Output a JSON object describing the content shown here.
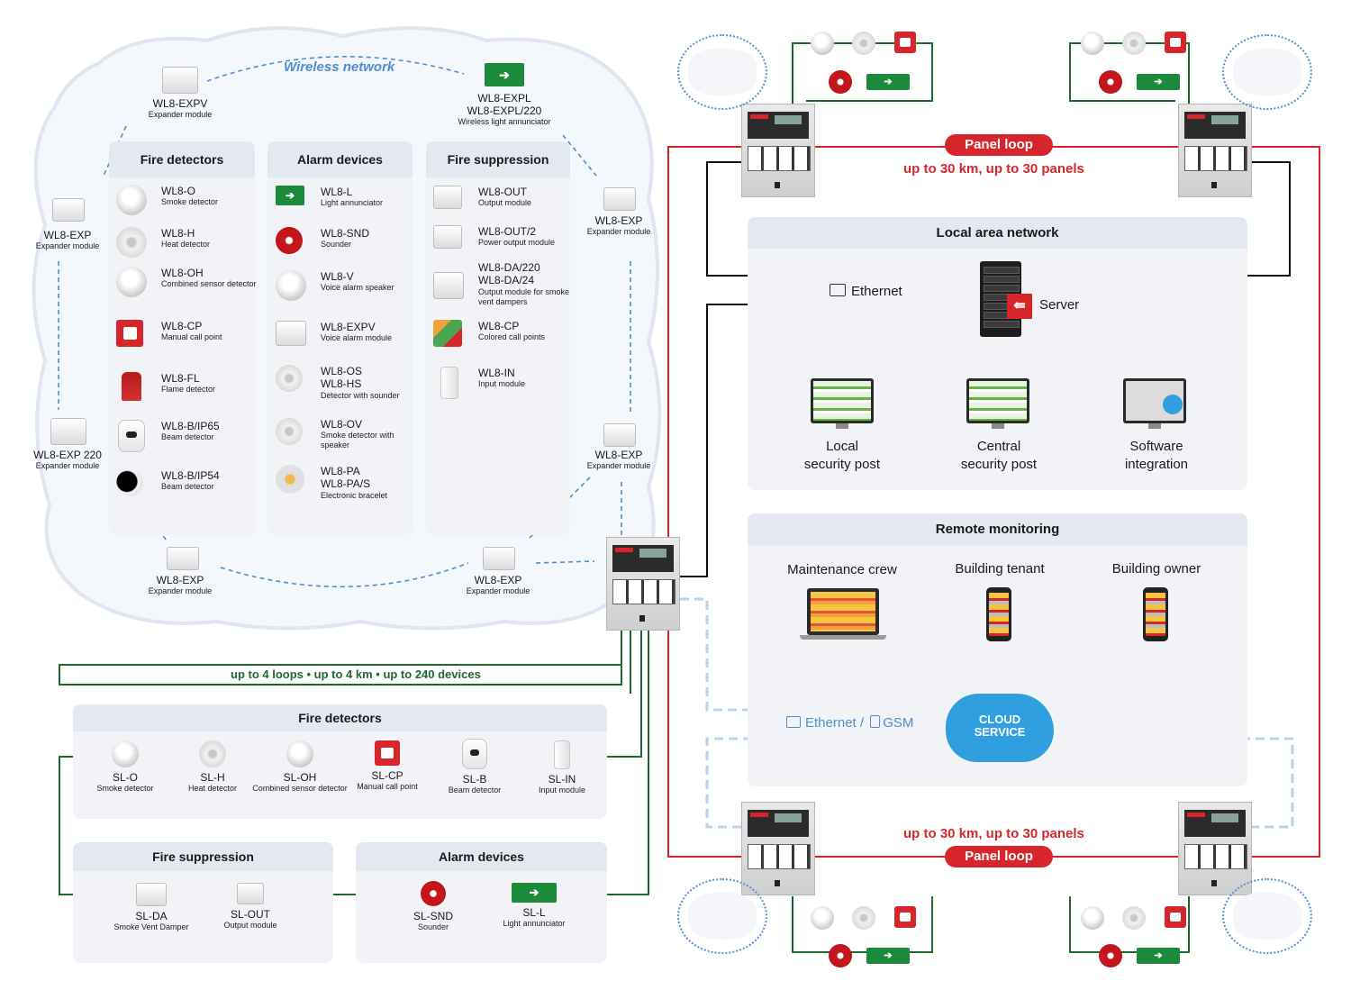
{
  "wireless": {
    "title": "Wireless network",
    "expv": {
      "name": "WL8-EXPV",
      "desc": "Expander module"
    },
    "expl": {
      "name": "WL8-EXPL",
      "name2": "WL8-EXPL/220",
      "desc": "Wireless light annunciator"
    },
    "exp_left": {
      "name": "WL8-EXP",
      "desc": "Expander module"
    },
    "exp_right": {
      "name": "WL8-EXP",
      "desc": "Expander module"
    },
    "exp220": {
      "name": "WL8-EXP 220",
      "desc": "Expander module"
    },
    "exp_right2": {
      "name": "WL8-EXP",
      "desc": "Expander module"
    },
    "exp_bottom_left": {
      "name": "WL8-EXP",
      "desc": "Expander module"
    },
    "exp_bottom_mid": {
      "name": "WL8-EXP",
      "desc": "Expander module"
    }
  },
  "columns": [
    {
      "title": "Fire detectors",
      "items": [
        {
          "name": "WL8-O",
          "desc": "Smoke detector",
          "icon": "smoke-detector-icon"
        },
        {
          "name": "WL8-H",
          "desc": "Heat detector",
          "icon": "heat-detector-icon"
        },
        {
          "name": "WL8-OH",
          "desc": "Combined sensor detector",
          "icon": "combined-detector-icon"
        },
        {
          "name": "WL8-CP",
          "desc": "Manual call point",
          "icon": "call-point-icon"
        },
        {
          "name": "WL8-FL",
          "desc": "Flame detector",
          "icon": "flame-detector-icon"
        },
        {
          "name": "WL8-B/IP65",
          "desc": "Beam detector",
          "icon": "beam-detector-icon"
        },
        {
          "name": "WL8-B/IP54",
          "desc": "Beam detector",
          "icon": "beam-detector-black-icon"
        }
      ]
    },
    {
      "title": "Alarm devices",
      "items": [
        {
          "name": "WL8-L",
          "desc": "Light annunciator",
          "icon": "exit-sign-icon"
        },
        {
          "name": "WL8-SND",
          "desc": "Sounder",
          "icon": "sounder-icon"
        },
        {
          "name": "WL8-V",
          "desc": "Voice alarm speaker",
          "icon": "speaker-icon"
        },
        {
          "name": "WL8-EXPV",
          "desc": "Voice alarm module",
          "icon": "module-icon"
        },
        {
          "name": "WL8-OS",
          "name2": "WL8-HS",
          "desc": "Detector with sounder",
          "icon": "detector-sounder-icon"
        },
        {
          "name": "WL8-OV",
          "desc": "Smoke detector with speaker",
          "icon": "detector-speaker-icon"
        },
        {
          "name": "WL8-PA",
          "name2": "WL8-PA/S",
          "desc": "Electronic bracelet",
          "icon": "bracelet-icon"
        }
      ]
    },
    {
      "title": "Fire suppression",
      "items": [
        {
          "name": "WL8-OUT",
          "desc": "Output module",
          "icon": "output-module-icon"
        },
        {
          "name": "WL8-OUT/2",
          "desc": "Power output module",
          "icon": "power-output-icon"
        },
        {
          "name": "WL8-DA/220",
          "name2": "WL8-DA/24",
          "desc": "Output module for smoke vent dampers",
          "icon": "damper-module-icon"
        },
        {
          "name": "WL8-CP",
          "desc": "Colored call points",
          "icon": "colored-call-points-icon"
        },
        {
          "name": "WL8-IN",
          "desc": "Input module",
          "icon": "input-module-icon"
        }
      ]
    }
  ],
  "loops": {
    "text": "up to 4 loops  •  up to 4 km  •  up to 240 devices"
  },
  "wired_detectors": {
    "title": "Fire detectors",
    "items": [
      {
        "name": "SL-O",
        "desc": "Smoke detector"
      },
      {
        "name": "SL-H",
        "desc": "Heat detector"
      },
      {
        "name": "SL-OH",
        "desc": "Combined sensor detector"
      },
      {
        "name": "SL-CP",
        "desc": "Manual call point"
      },
      {
        "name": "SL-B",
        "desc": "Beam detector"
      },
      {
        "name": "SL-IN",
        "desc": "Input module"
      }
    ]
  },
  "wired_suppression": {
    "title": "Fire suppression",
    "items": [
      {
        "name": "SL-DA",
        "desc": "Smoke Vent Damper"
      },
      {
        "name": "SL-OUT",
        "desc": "Output module"
      }
    ]
  },
  "wired_alarm": {
    "title": "Alarm devices",
    "items": [
      {
        "name": "SL-SND",
        "desc": "Sounder"
      },
      {
        "name": "SL-L",
        "desc": "Light annunciator"
      }
    ]
  },
  "network": {
    "panel_loop": "Panel loop",
    "panel_loop_note": "up to 30 km, up to 30 panels",
    "lan_title": "Local area network",
    "ethernet": "Ethernet",
    "server": "Server",
    "posts": [
      {
        "line1": "Local",
        "line2": "security post"
      },
      {
        "line1": "Central",
        "line2": "security post"
      },
      {
        "line1": "Software",
        "line2": "integration"
      }
    ],
    "remote_title": "Remote monitoring",
    "remote": [
      "Maintenance crew",
      "Building tenant",
      "Building owner"
    ],
    "eth_gsm_a": "Ethernet",
    "eth_gsm_sep": "/",
    "eth_gsm_b": "GSM",
    "cloud_line1": "CLOUD",
    "cloud_line2": "SERVICE"
  },
  "colors": {
    "red": "#d7262b",
    "green": "#1e6b2a",
    "blue_dashed": "#4f8fd0",
    "light_blue": "#bcd3ee",
    "panel_bg": "#f1f3f7"
  }
}
